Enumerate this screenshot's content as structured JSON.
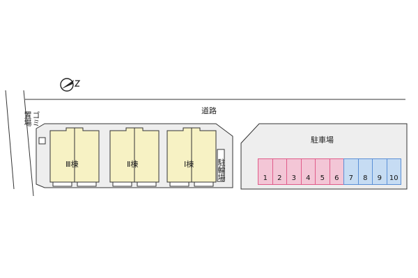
{
  "map": {
    "road_label": "道路",
    "garbage_label": "ゴミ置場",
    "bike_parking_label": "駐輪場",
    "parking_label": "駐車場",
    "buildings": [
      {
        "label": "Ⅲ棟"
      },
      {
        "label": "Ⅱ棟"
      },
      {
        "label": "Ⅰ棟"
      }
    ],
    "parking_spaces": [
      {
        "number": "1",
        "color": "#f3c6d6"
      },
      {
        "number": "2",
        "color": "#f3c6d6"
      },
      {
        "number": "3",
        "color": "#f3c6d6"
      },
      {
        "number": "4",
        "color": "#f3c6d6"
      },
      {
        "number": "5",
        "color": "#f3c6d6"
      },
      {
        "number": "6",
        "color": "#f3c6d6"
      },
      {
        "number": "7",
        "color": "#c6dcf3"
      },
      {
        "number": "8",
        "color": "#c6dcf3"
      },
      {
        "number": "9",
        "color": "#c6dcf3"
      },
      {
        "number": "10",
        "color": "#c6dcf3"
      }
    ],
    "colors": {
      "building_fill": "#f7f2c4",
      "lot_fill": "#eeeeee",
      "pink_border": "#e05c8a",
      "blue_border": "#5a8fd6"
    },
    "compass_icon": "north-arrow-icon"
  }
}
